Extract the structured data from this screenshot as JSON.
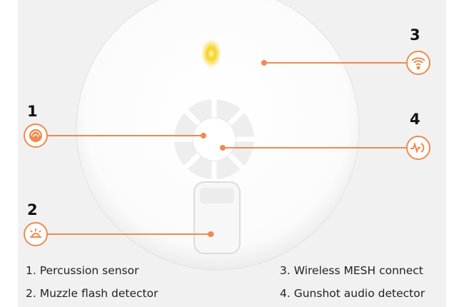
{
  "callouts": [
    {
      "number": "1",
      "icon": "percussion-waves-icon"
    },
    {
      "number": "2",
      "icon": "flash-icon"
    },
    {
      "number": "3",
      "icon": "wifi-icon"
    },
    {
      "number": "4",
      "icon": "audio-pulse-icon"
    }
  ],
  "legend": [
    "1. Percussion sensor",
    "2. Muzzle flash detector",
    "3. Wireless MESH connect",
    "4. Gunshot audio detector"
  ],
  "colors": {
    "accent": "#f08a4b",
    "light": "#f7d21c",
    "background": "#f1f1f2"
  }
}
